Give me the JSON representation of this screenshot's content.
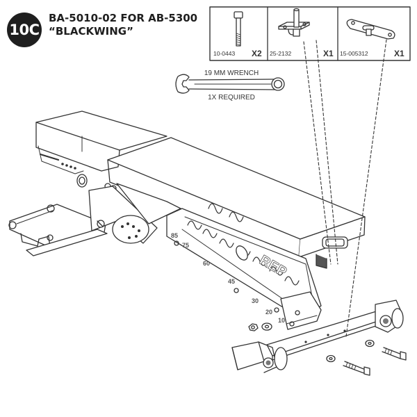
{
  "step": "10C",
  "title": {
    "line1": "BA-5010-02 FOR AB-5300",
    "line2": "“BLACKWING”"
  },
  "parts": [
    {
      "part_no": "10-0443",
      "qty": "X2",
      "icon": "bolt-icon"
    },
    {
      "part_no": "25-2132",
      "qty": "X1",
      "icon": "bracket-icon"
    },
    {
      "part_no": "15-005312",
      "qty": "X1",
      "icon": "plate-icon"
    }
  ],
  "tool": {
    "name": "19 MM WRENCH",
    "note": "1X REQUIRED",
    "icon": "wrench-icon"
  },
  "frame_markings": {
    "brand": "REP",
    "angles": [
      "85",
      "75",
      "60",
      "45",
      "30",
      "20",
      "10"
    ]
  }
}
